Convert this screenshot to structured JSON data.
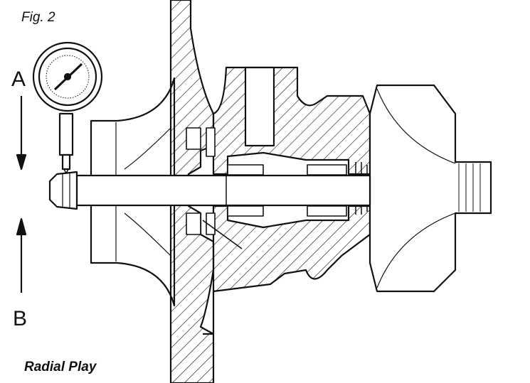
{
  "figure_label": "Fig. 2",
  "direction_labels": {
    "a": "A",
    "b": "B"
  },
  "caption": "Radial Play",
  "colors": {
    "ink": "#111111",
    "background": "#ffffff"
  }
}
